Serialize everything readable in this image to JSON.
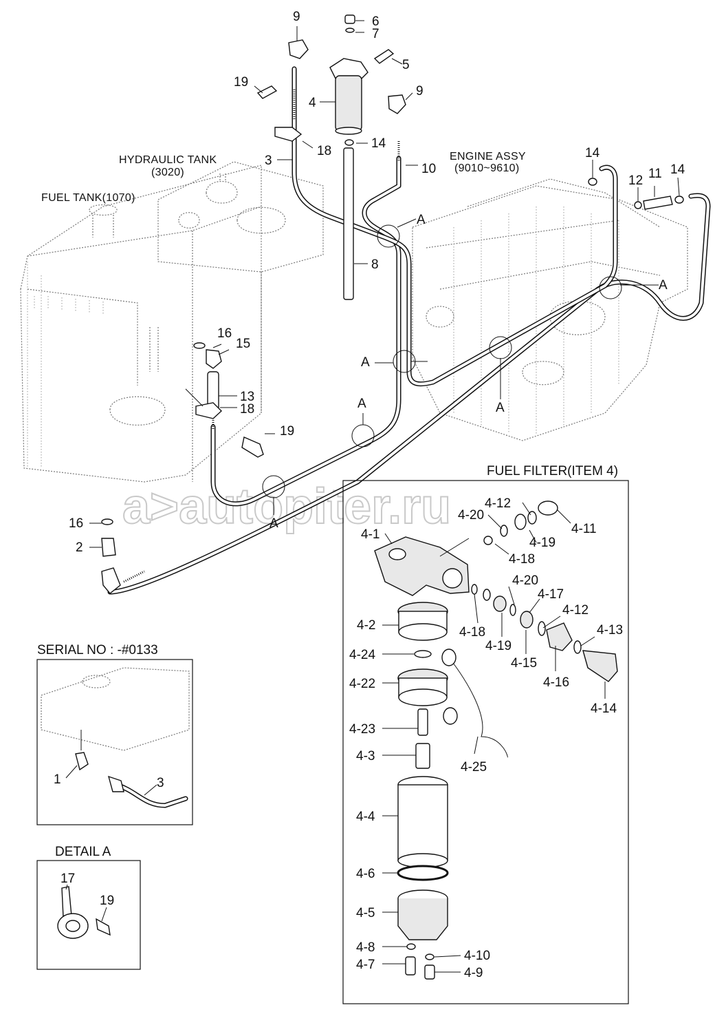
{
  "section_titles": {
    "hydraulic_tank": "HYDRAULIC TANK",
    "hydraulic_tank_code": "(3020)",
    "fuel_tank": "FUEL TANK(1070)",
    "engine_assy": "ENGINE ASSY",
    "engine_assy_code": "(9010~9610)",
    "fuel_filter": "FUEL FILTER(ITEM 4)",
    "serial_no": "SERIAL NO : -#0133",
    "detail_a": "DETAIL  A"
  },
  "watermark": "a>autopiter.ru",
  "callouts": {
    "main": [
      "9",
      "6",
      "7",
      "5",
      "19",
      "4",
      "9",
      "14",
      "18",
      "3",
      "10",
      "14",
      "12",
      "11",
      "14",
      "8",
      "A",
      "A",
      "16",
      "15",
      "A",
      "13",
      "18",
      "19",
      "A",
      "A",
      "16",
      "2",
      "A"
    ],
    "filter": [
      "4-12",
      "4-20",
      "4-11",
      "4-19",
      "4-1",
      "4-18",
      "4-20",
      "4-17",
      "4-12",
      "4-2",
      "4-18",
      "4-19",
      "4-15",
      "4-13",
      "4-24",
      "4-22",
      "4-16",
      "4-14",
      "4-23",
      "4-3",
      "4-25",
      "4-4",
      "4-6",
      "4-5",
      "4-8",
      "4-10",
      "4-7",
      "4-9"
    ],
    "serial": [
      "1",
      "3"
    ],
    "detail": [
      "17",
      "19"
    ]
  }
}
